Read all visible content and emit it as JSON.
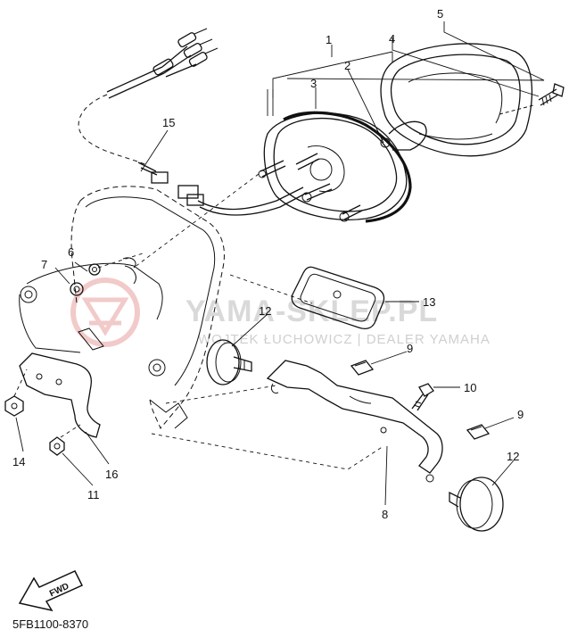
{
  "diagram": {
    "callouts": {
      "c1": "1",
      "c2": "2",
      "c3": "3",
      "c4": "4",
      "c5": "5",
      "c6": "6",
      "c7": "7",
      "c8": "8",
      "c9a": "9",
      "c9b": "9",
      "c10": "10",
      "c11": "11",
      "c12a": "12",
      "c12b": "12",
      "c13": "13",
      "c14": "14",
      "c15": "15",
      "c16": "16"
    },
    "fwd_label": "FWD",
    "part_code": "5FB1100-8370"
  },
  "watermark": {
    "main": "YAMA-SKLEP.PL",
    "sub": "WOJTEK ŁUCHOWICZ | DEALER YAMAHA",
    "accent_color": "#e8a0a0"
  }
}
